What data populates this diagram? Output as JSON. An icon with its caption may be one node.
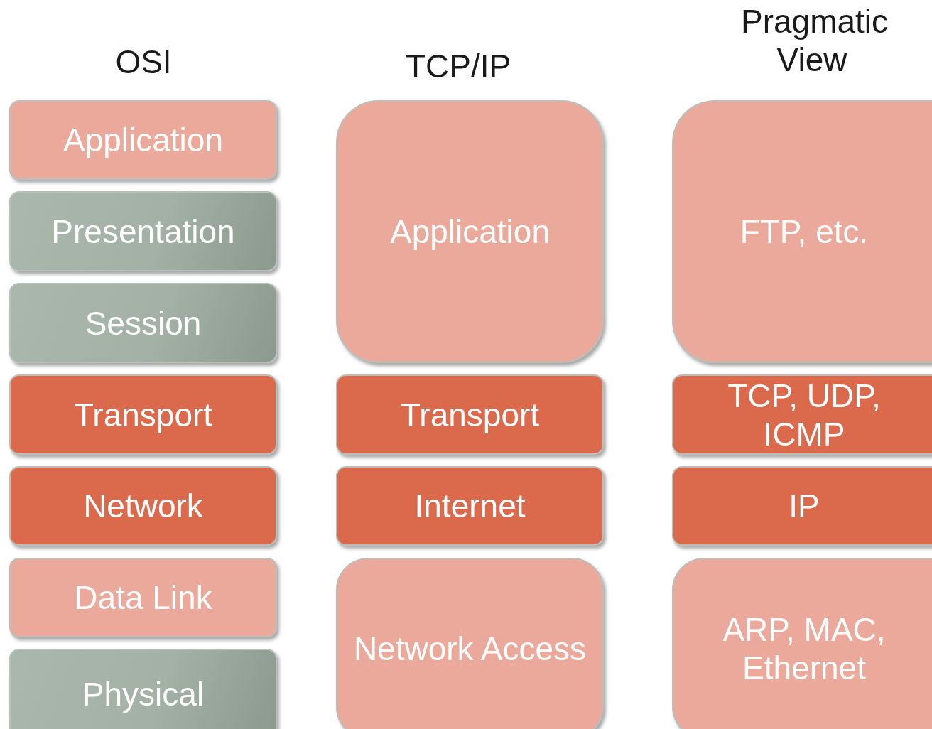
{
  "diagram": {
    "nodes": [
      {
        "text": [
          "Application"
        ]
      },
      {
        "text": [
          "Presentation"
        ]
      },
      {
        "text": [
          "Session"
        ]
      },
      {
        "text": [
          "Transport"
        ]
      },
      {
        "text": [
          "Network"
        ]
      },
      {
        "text": [
          "Data Link"
        ]
      },
      {
        "text": [
          "Physical"
        ]
      },
      {
        "text": [
          "Application"
        ]
      },
      {
        "text": [
          "Transport"
        ]
      },
      {
        "text": [
          "Internet"
        ]
      },
      {
        "text": [
          "Network Access"
        ]
      },
      {
        "text": [
          "FTP, etc."
        ]
      },
      {
        "text": [
          "TCP, UDP, ICMP"
        ]
      },
      {
        "text": [
          "IP"
        ]
      },
      {
        "text": [
          "ARP, MAC, Ethernet"
        ]
      }
    ],
    "labels": [
      "OSI",
      "TCP/IP",
      "Pragmatic View"
    ]
  }
}
